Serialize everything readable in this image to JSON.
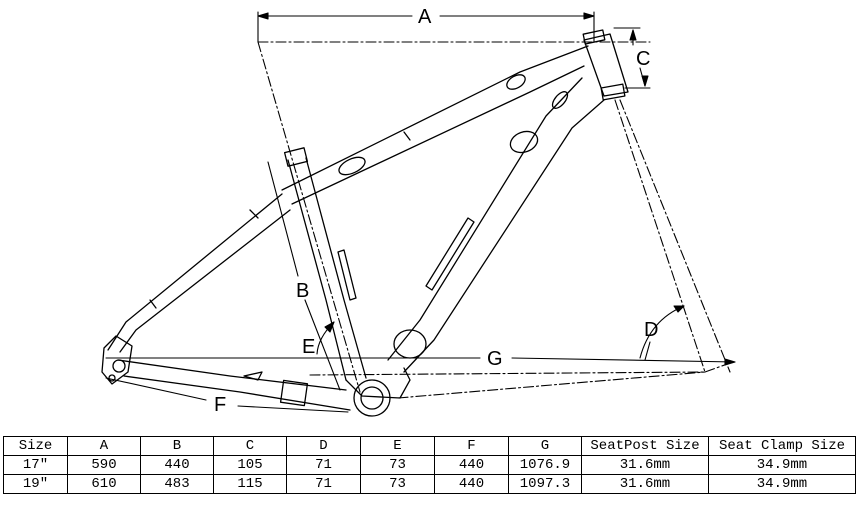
{
  "diagram": {
    "labels": {
      "A": "A",
      "B": "B",
      "C": "C",
      "D": "D",
      "E": "E",
      "F": "F",
      "G": "G"
    }
  },
  "table": {
    "headers": [
      "Size",
      "A",
      "B",
      "C",
      "D",
      "E",
      "F",
      "G",
      "SeatPost Size",
      "Seat Clamp Size"
    ],
    "rows": [
      [
        "17″",
        "590",
        "440",
        "105",
        "71",
        "73",
        "440",
        "1076.9",
        "31.6mm",
        "34.9mm"
      ],
      [
        "19″",
        "610",
        "483",
        "115",
        "71",
        "73",
        "440",
        "1097.3",
        "31.6mm",
        "34.9mm"
      ]
    ]
  }
}
